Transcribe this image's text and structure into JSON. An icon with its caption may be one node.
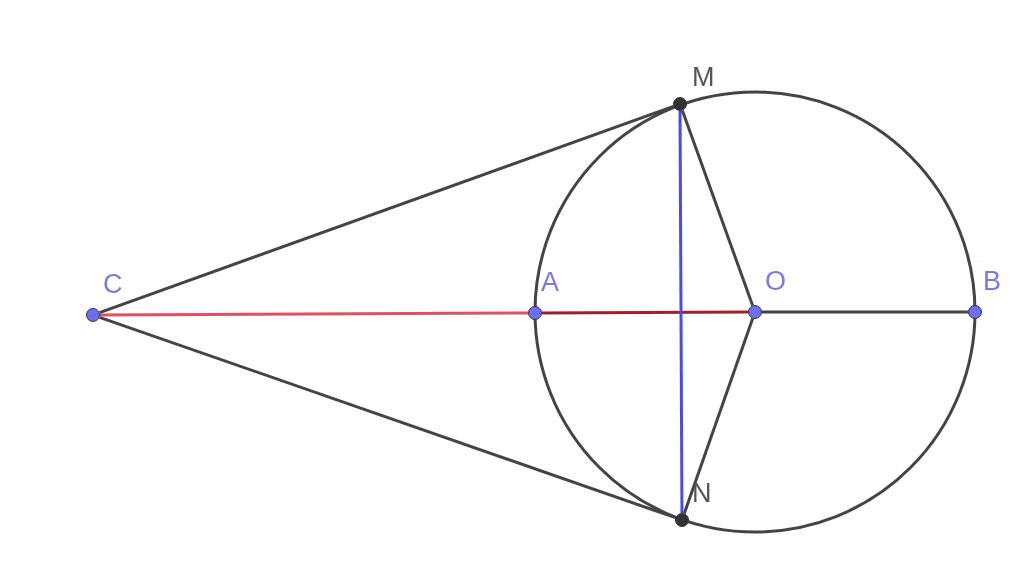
{
  "diagram": {
    "nodes": [
      {
        "text": [
          "M"
        ]
      },
      {
        "text": [
          "C"
        ]
      },
      {
        "text": [
          "A"
        ]
      },
      {
        "text": [
          "O"
        ]
      },
      {
        "text": [
          "B"
        ]
      },
      {
        "text": [
          "N"
        ]
      }
    ],
    "edges": [
      {
        "from": 1,
        "to": 0,
        "arrow": "none"
      },
      {
        "from": 1,
        "to": 5,
        "arrow": "none"
      },
      {
        "from": 1,
        "to": 2,
        "arrow": "none",
        "color": "#e0505e"
      },
      {
        "from": 2,
        "to": 3,
        "arrow": "none",
        "color": "#a0202a"
      },
      {
        "from": 3,
        "to": 4,
        "arrow": "none"
      },
      {
        "from": 0,
        "to": 5,
        "arrow": "none",
        "color": "#4a4af0"
      },
      {
        "from": 3,
        "to": 0,
        "arrow": "none"
      },
      {
        "from": 3,
        "to": 5,
        "arrow": "none"
      }
    ]
  }
}
